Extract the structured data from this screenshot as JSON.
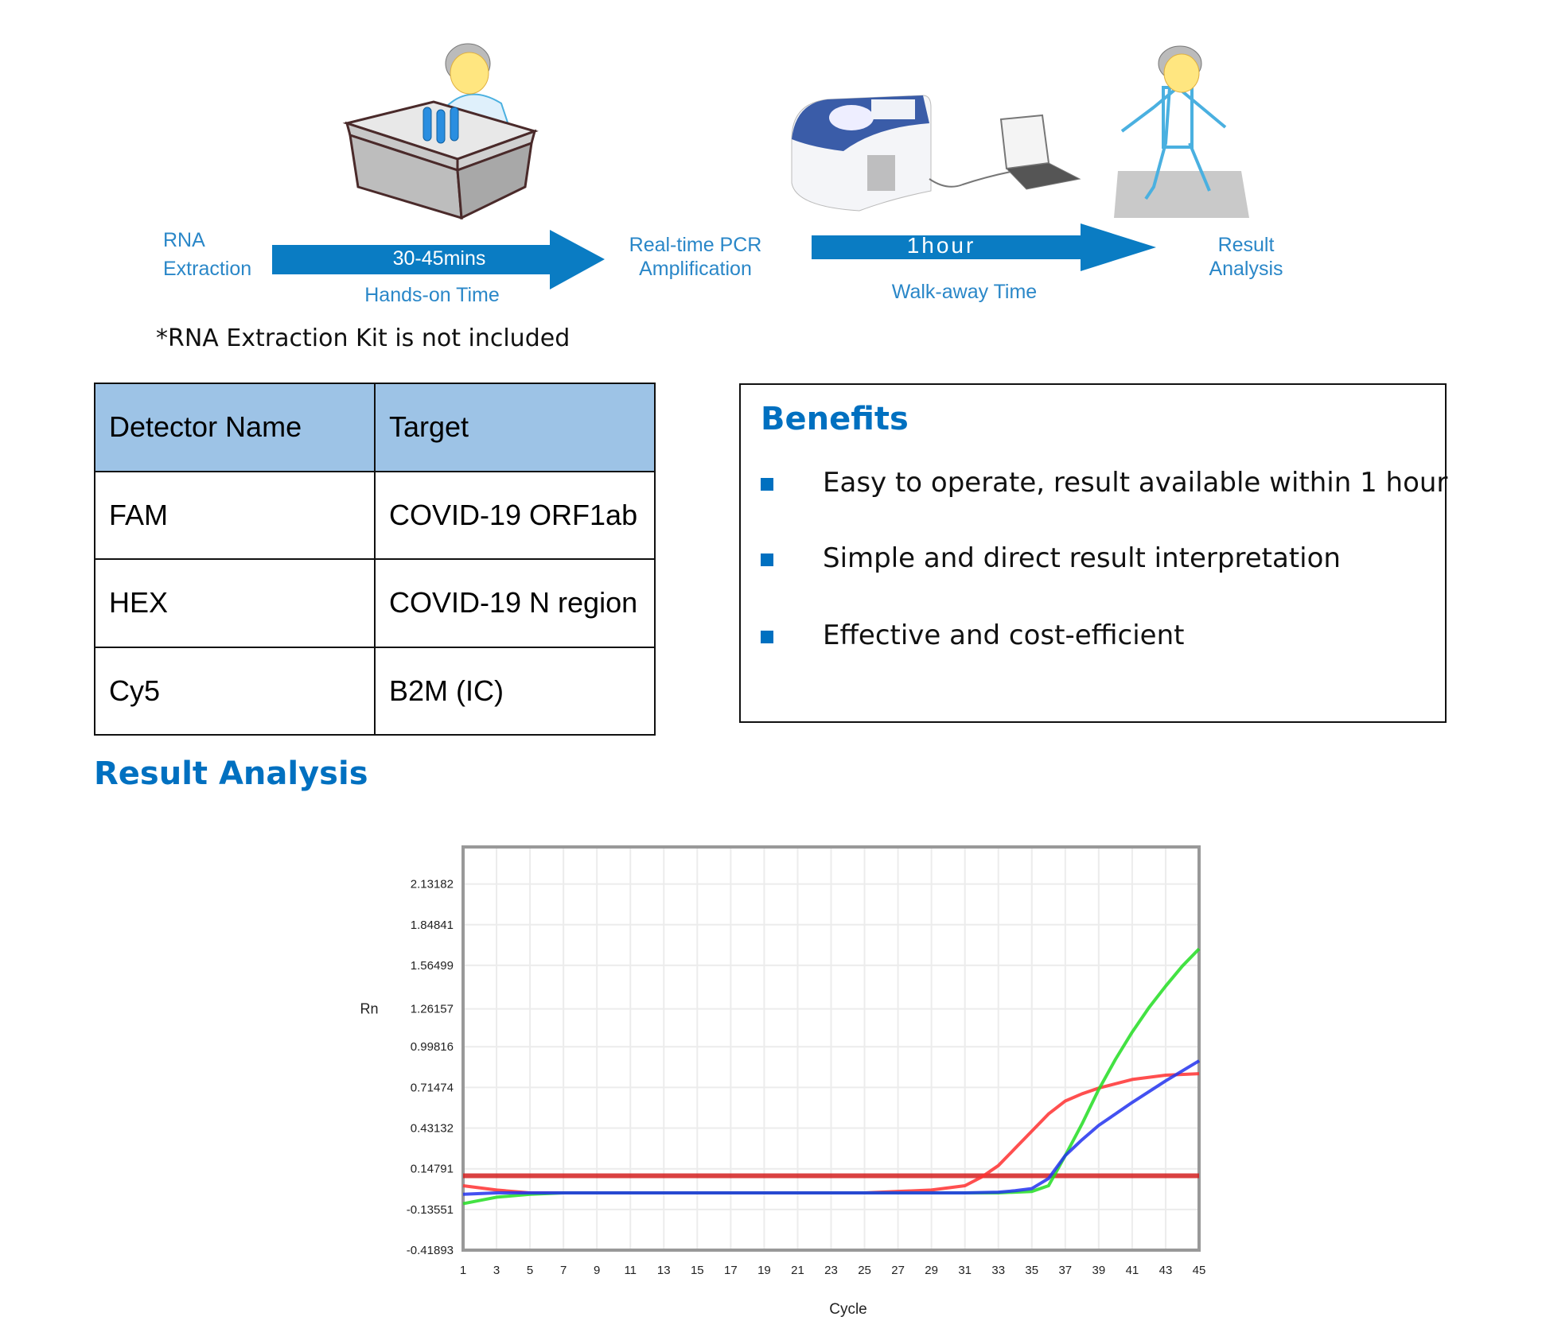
{
  "workflow": {
    "step1": [
      "RNA",
      "Extraction"
    ],
    "arrow1_label": "30-45mins",
    "arrow1_sub": "Hands-on Time",
    "step2": [
      "Real-time PCR",
      "Amplification"
    ],
    "arrow2_label": "1hour",
    "arrow2_sub": "Walk-away Time",
    "step3": [
      "Result",
      "Analysis"
    ],
    "note": "*RNA Extraction Kit is not included",
    "color": "#2a87c8"
  },
  "table": {
    "headers": [
      "Detector Name",
      "Target"
    ],
    "rows": [
      [
        "FAM",
        "COVID-19 ORF1ab"
      ],
      [
        "HEX",
        "COVID-19 N region"
      ],
      [
        "Cy5",
        "B2M (IC)"
      ]
    ]
  },
  "benefits": {
    "title": "Benefits",
    "items": [
      "Easy to operate, result available within 1 hour",
      "Simple and direct result interpretation",
      "Effective and cost-efficient"
    ]
  },
  "result_heading": "Result Analysis",
  "chart_data": {
    "type": "line",
    "xlabel": "Cycle",
    "ylabel": "Rn",
    "xlim": [
      1,
      45
    ],
    "ylim": [
      -0.41893,
      2.39
    ],
    "x_ticks": [
      "1",
      "3",
      "5",
      "7",
      "9",
      "11",
      "13",
      "15",
      "17",
      "19",
      "21",
      "23",
      "25",
      "27",
      "29",
      "31",
      "33",
      "35",
      "37",
      "39",
      "41",
      "43",
      "45"
    ],
    "y_ticks": [
      "2.13182",
      "1.84841",
      "1.56499",
      "1.26157",
      "0.99816",
      "0.71474",
      "0.43132",
      "0.14791",
      "-0.13551",
      "-0.41893"
    ],
    "grid": true,
    "threshold": {
      "value": 0.099,
      "color": "#d42020"
    },
    "series": [
      {
        "name": "red",
        "color": "#ff3030",
        "x": [
          1,
          3,
          5,
          7,
          15,
          25,
          29,
          31,
          32,
          33,
          34,
          35,
          36,
          37,
          38,
          39,
          40,
          41,
          43,
          45
        ],
        "y": [
          0.03,
          0.0,
          -0.02,
          -0.02,
          -0.02,
          -0.02,
          0.0,
          0.03,
          0.09,
          0.17,
          0.29,
          0.41,
          0.53,
          0.62,
          0.67,
          0.71,
          0.74,
          0.77,
          0.8,
          0.81
        ]
      },
      {
        "name": "green",
        "color": "#22dd22",
        "x": [
          1,
          3,
          5,
          7,
          15,
          25,
          33,
          35,
          36,
          37,
          38,
          39,
          40,
          41,
          42,
          43,
          44,
          45
        ],
        "y": [
          -0.095,
          -0.05,
          -0.03,
          -0.02,
          -0.02,
          -0.02,
          -0.02,
          -0.01,
          0.03,
          0.24,
          0.46,
          0.7,
          0.91,
          1.1,
          1.27,
          1.42,
          1.56,
          1.68
        ]
      },
      {
        "name": "blue",
        "color": "#2233ee",
        "x": [
          1,
          3,
          5,
          15,
          25,
          31,
          33,
          34,
          35,
          36,
          37,
          38,
          39,
          40,
          41,
          43,
          45
        ],
        "y": [
          -0.03,
          -0.02,
          -0.02,
          -0.02,
          -0.02,
          -0.02,
          -0.015,
          -0.005,
          0.01,
          0.08,
          0.24,
          0.35,
          0.45,
          0.53,
          0.61,
          0.76,
          0.9
        ]
      }
    ]
  }
}
